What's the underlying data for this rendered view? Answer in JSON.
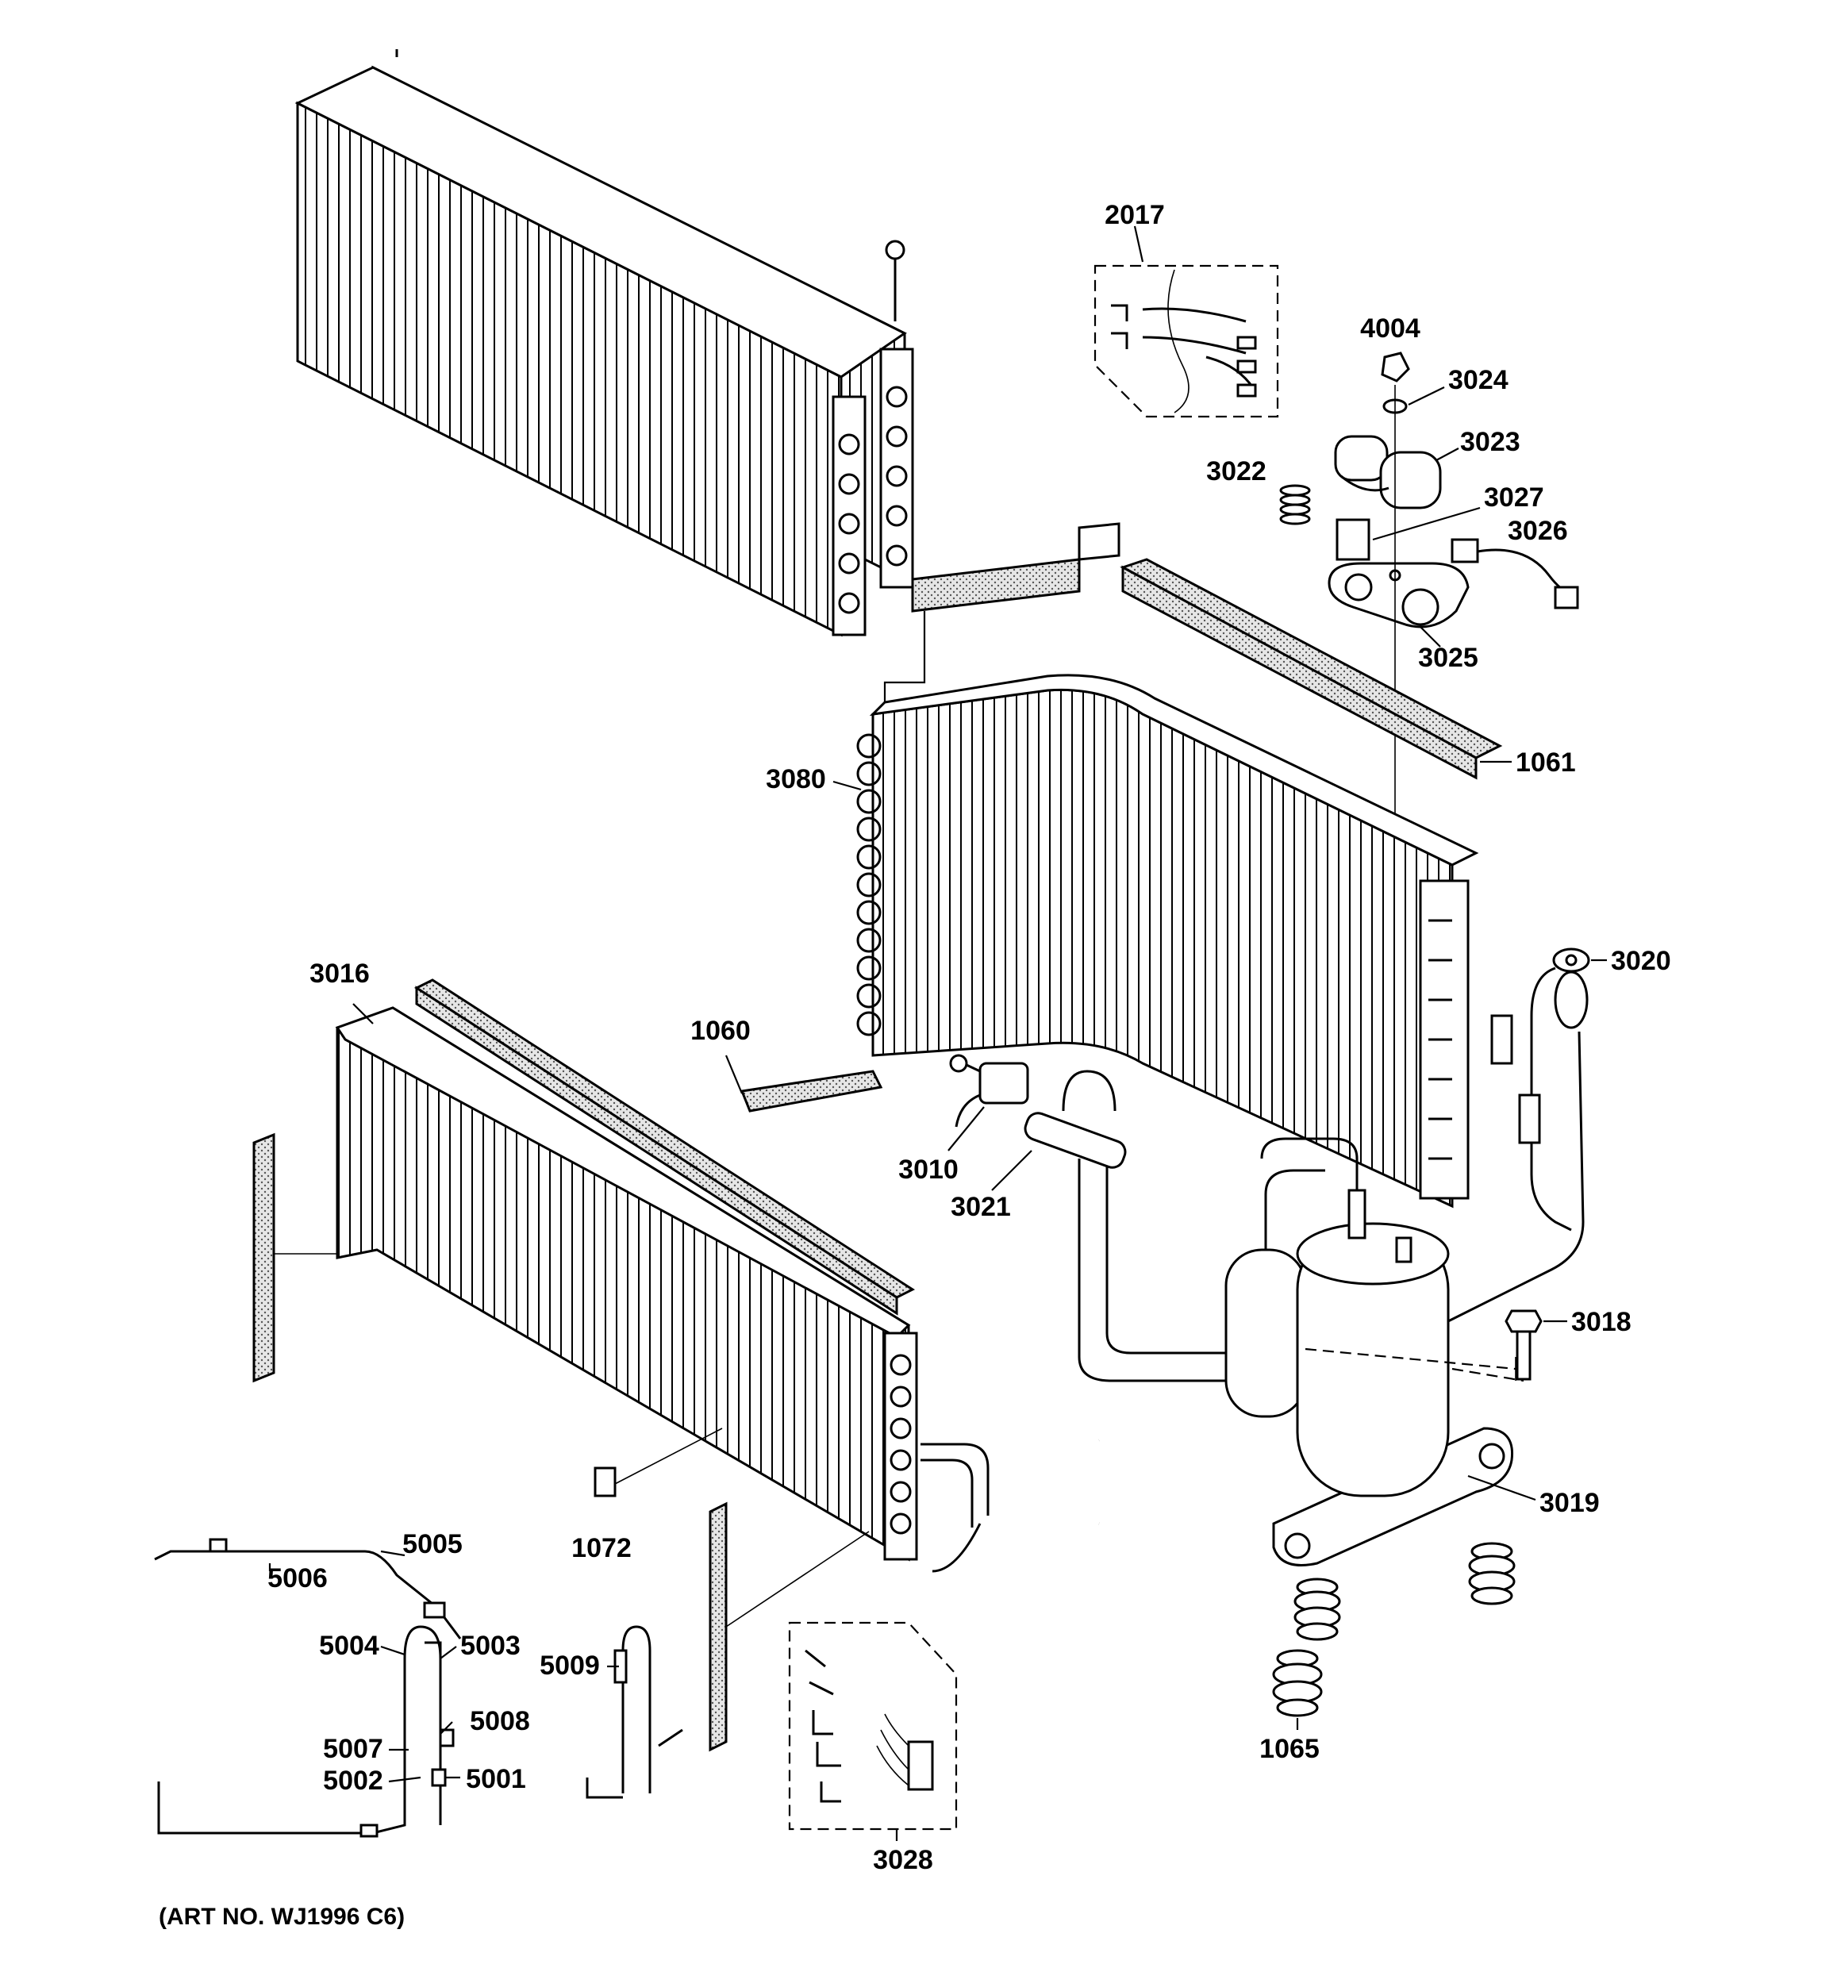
{
  "diagram": {
    "caption": "(ART NO. WJ1996 C6)",
    "callouts": {
      "c2017": "2017",
      "c4004": "4004",
      "c3024": "3024",
      "c3023": "3023",
      "c3022": "3022",
      "c3027": "3027",
      "c3026": "3026",
      "c3025": "3025",
      "c1061": "1061",
      "c3080": "3080",
      "c3020": "3020",
      "c3016": "3016",
      "c1060": "1060",
      "c3010": "3010",
      "c3021": "3021",
      "c3018": "3018",
      "c3019": "3019",
      "c1072": "1072",
      "c5005": "5005",
      "c5006": "5006",
      "c5004": "5004",
      "c5003": "5003",
      "c5009": "5009",
      "c5008": "5008",
      "c5007": "5007",
      "c5002": "5002",
      "c5001": "5001",
      "c1065": "1065",
      "c3028": "3028"
    }
  }
}
